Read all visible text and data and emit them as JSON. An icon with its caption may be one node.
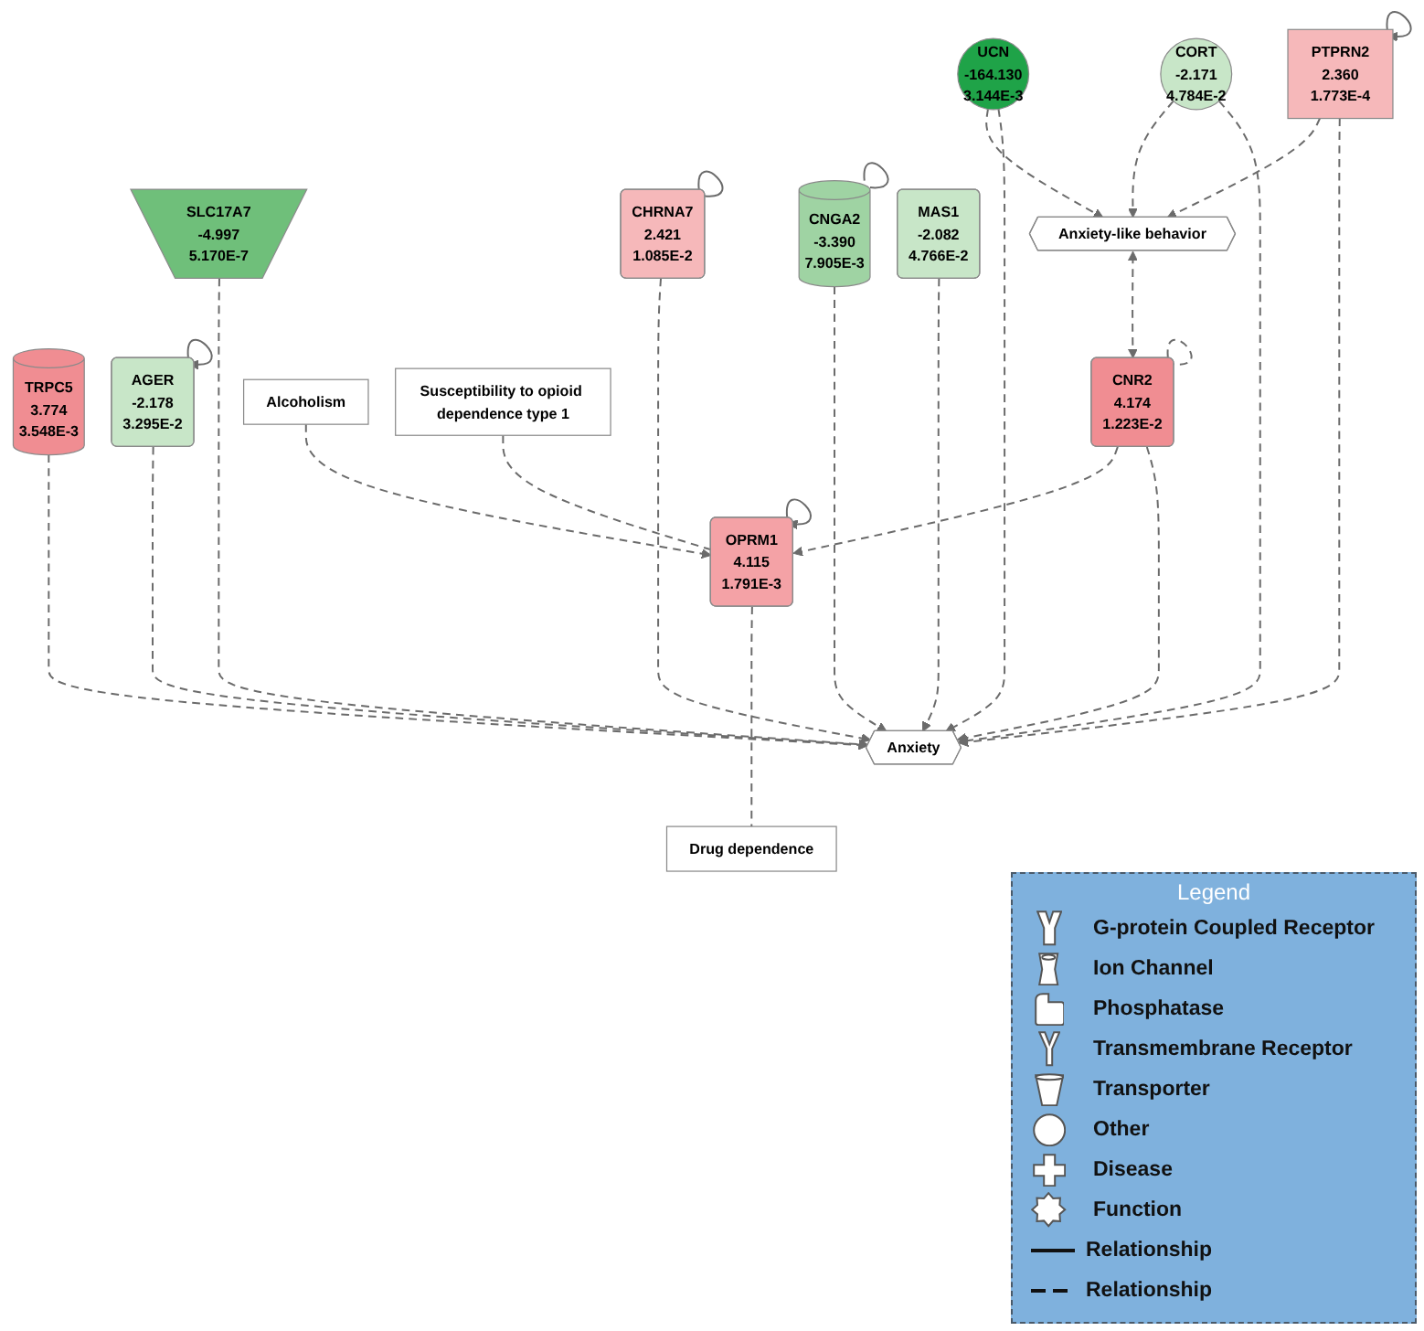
{
  "diagram": {
    "nodes": [
      {
        "text": [
          "CHRNA7",
          "2.421",
          "1.085E-2"
        ]
      },
      {
        "text": [
          "SLC17A7",
          "-4.997",
          "5.170E-7"
        ]
      },
      {
        "text": [
          "CNGA2",
          "-3.390",
          "7.905E-3"
        ]
      },
      {
        "text": [
          "MAS1",
          "-2.082",
          "4.766E-2"
        ]
      },
      {
        "text": [
          "PTPRN2",
          "2.360",
          "1.773E-4"
        ]
      },
      {
        "text": [
          "Anxiety"
        ]
      },
      {
        "text": [
          "CORT",
          "-2.171",
          "4.784E-2"
        ]
      },
      {
        "text": [
          "UCN",
          "-164.130",
          "3.144E-3"
        ]
      },
      {
        "text": [
          "TRPC5",
          "3.774",
          "3.548E-3"
        ]
      },
      {
        "text": [
          "AGER",
          "-2.178",
          "3.295E-2"
        ]
      },
      {
        "text": [
          "Anxiety-like behavior"
        ]
      },
      {
        "text": [
          "CNR2",
          "4.174",
          "1.223E-2"
        ]
      },
      {
        "text": [
          "Alcoholism"
        ]
      },
      {
        "text": [
          "Susceptibility to opioid dependence type 1"
        ]
      },
      {
        "text": [
          "OPRM1",
          "4.115",
          "1.791E-3"
        ]
      },
      {
        "text": [
          "Drug dependence"
        ]
      }
    ],
    "edges": [
      {
        "from": 0,
        "to": 0,
        "arrow": "none"
      },
      {
        "from": 0,
        "to": 5,
        "arrow": "to",
        "style": "dashed"
      },
      {
        "from": 1,
        "to": 5,
        "arrow": "to",
        "style": "dashed"
      },
      {
        "from": 2,
        "to": 2,
        "arrow": "none"
      },
      {
        "from": 2,
        "to": 5,
        "arrow": "to",
        "style": "dashed"
      },
      {
        "from": 3,
        "to": 5,
        "arrow": "to",
        "style": "dashed"
      },
      {
        "from": 4,
        "to": 4,
        "arrow": "to"
      },
      {
        "from": 4,
        "to": 5,
        "arrow": "to",
        "style": "dashed"
      },
      {
        "from": 4,
        "to": 10,
        "arrow": "to",
        "style": "dashed"
      },
      {
        "from": 6,
        "to": 5,
        "arrow": "to",
        "style": "dashed"
      },
      {
        "from": 6,
        "to": 10,
        "arrow": "to",
        "style": "dashed"
      },
      {
        "from": 7,
        "to": 5,
        "arrow": "to",
        "style": "dashed"
      },
      {
        "from": 7,
        "to": 10,
        "arrow": "to",
        "style": "dashed"
      },
      {
        "from": 8,
        "to": 5,
        "arrow": "to",
        "style": "dashed"
      },
      {
        "from": 9,
        "to": 9,
        "arrow": "to"
      },
      {
        "from": 9,
        "to": 5,
        "arrow": "to",
        "style": "dashed"
      },
      {
        "from": 10,
        "to": 11,
        "arrow": "both",
        "style": "dashed"
      },
      {
        "from": 11,
        "to": 11,
        "arrow": "none",
        "style": "dashed"
      },
      {
        "from": 11,
        "to": 5,
        "arrow": "to",
        "style": "dashed"
      },
      {
        "from": 11,
        "to": 14,
        "arrow": "to",
        "style": "dashed"
      },
      {
        "from": 12,
        "to": 14,
        "arrow": "to",
        "style": "dashed"
      },
      {
        "from": 13,
        "to": 14,
        "arrow": "none",
        "style": "dashed"
      },
      {
        "from": 14,
        "to": 14,
        "arrow": "to"
      },
      {
        "from": 14,
        "to": 15,
        "arrow": "none",
        "style": "dashed"
      }
    ],
    "labels": [
      "Legend"
    ],
    "legend": [
      {
        "text": "G-protein Coupled Receptor"
      },
      {
        "text": "Ion Channel"
      },
      {
        "text": "Phosphatase"
      },
      {
        "text": "Transmembrane Receptor"
      },
      {
        "text": "Transporter"
      },
      {
        "text": "Other"
      },
      {
        "text": "Disease"
      },
      {
        "text": "Function"
      },
      {
        "text": "Relationship"
      },
      {
        "text": "Relationship"
      }
    ]
  }
}
